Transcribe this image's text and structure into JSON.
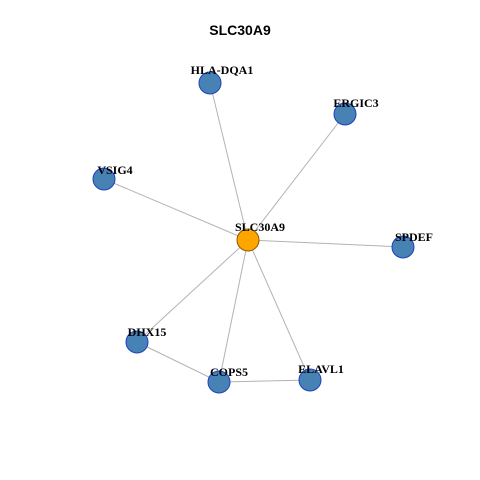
{
  "title": "SLC30A9",
  "colors": {
    "hub_fill": "#FFA500",
    "hub_stroke": "#8B5A00",
    "node_fill": "#4682B4",
    "node_stroke": "#1F3FBF",
    "edge": "#B3B3B3"
  },
  "nodes": [
    {
      "id": "SLC30A9",
      "label": "SLC30A9",
      "role": "hub"
    },
    {
      "id": "HLA-DQA1",
      "label": "HLA-DQA1",
      "role": "neighbor"
    },
    {
      "id": "ERGIC3",
      "label": "ERGIC3",
      "role": "neighbor"
    },
    {
      "id": "VSIG4",
      "label": "VSIG4",
      "role": "neighbor"
    },
    {
      "id": "SPDEF",
      "label": "SPDEF",
      "role": "neighbor"
    },
    {
      "id": "DHX15",
      "label": "DHX15",
      "role": "neighbor"
    },
    {
      "id": "COPS5",
      "label": "COPS5",
      "role": "neighbor"
    },
    {
      "id": "ELAVL1",
      "label": "ELAVL1",
      "role": "neighbor"
    }
  ],
  "edges": [
    [
      "SLC30A9",
      "HLA-DQA1"
    ],
    [
      "SLC30A9",
      "ERGIC3"
    ],
    [
      "SLC30A9",
      "VSIG4"
    ],
    [
      "SLC30A9",
      "SPDEF"
    ],
    [
      "SLC30A9",
      "DHX15"
    ],
    [
      "SLC30A9",
      "COPS5"
    ],
    [
      "SLC30A9",
      "ELAVL1"
    ],
    [
      "DHX15",
      "COPS5"
    ],
    [
      "COPS5",
      "ELAVL1"
    ]
  ]
}
